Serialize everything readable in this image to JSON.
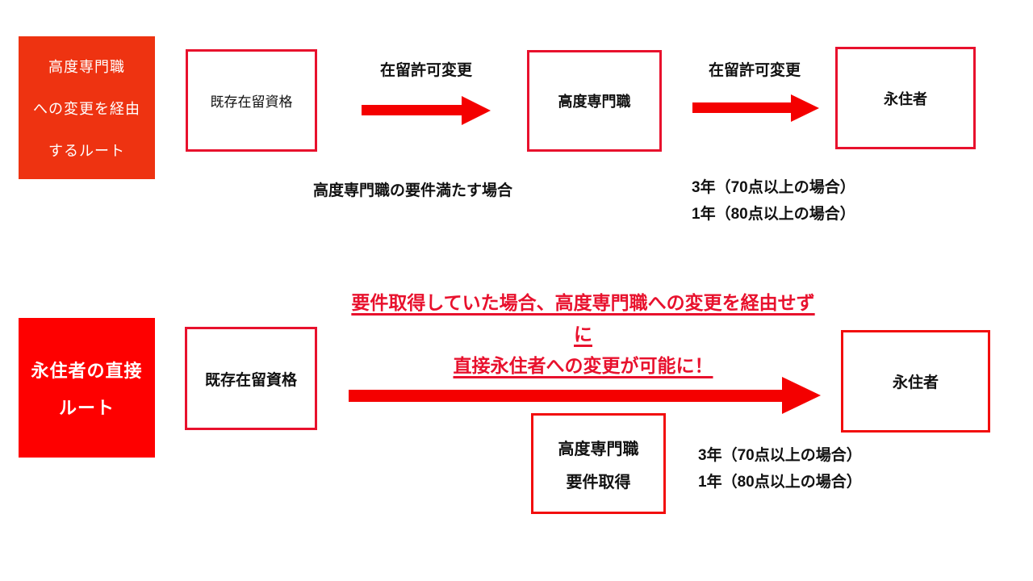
{
  "colors": {
    "background": "#ffffff",
    "route1_fill": "#ee3311",
    "route2_fill": "#fe0000",
    "box_border_top": "#e8112d",
    "box_border_bottom": "#f20d0d",
    "arrow_red": "#f40000",
    "highlight_red": "#e8112d",
    "text_black": "#111111"
  },
  "route1": {
    "title": {
      "line1": "高度専門職",
      "line2": "への変更を経由",
      "line3": "するルート"
    },
    "existing_box": "既存在留資格",
    "arrow1_label": "在留許可変更",
    "hsp_box": "高度専門職",
    "arrow2_label": "在留許可変更",
    "permanent_box": "永住者",
    "condition_note": "高度専門職の要件満たす場合",
    "years_note": {
      "line1": "3年（70点以上の場合）",
      "line2": "1年（80点以上の場合）"
    }
  },
  "highlight": {
    "line1": "要件取得していた場合、高度専門職への変更を経由せずに",
    "line2": "直接永住者への変更が可能に！"
  },
  "route2": {
    "title": {
      "line1": "永住者の直接",
      "line2": "ルート"
    },
    "existing_box": "既存在留資格",
    "requirement_box": {
      "line1": "高度専門職",
      "line2": "要件取得"
    },
    "permanent_box": "永住者",
    "years_note": {
      "line1": "3年（70点以上の場合）",
      "line2": "1年（80点以上の場合）"
    }
  }
}
